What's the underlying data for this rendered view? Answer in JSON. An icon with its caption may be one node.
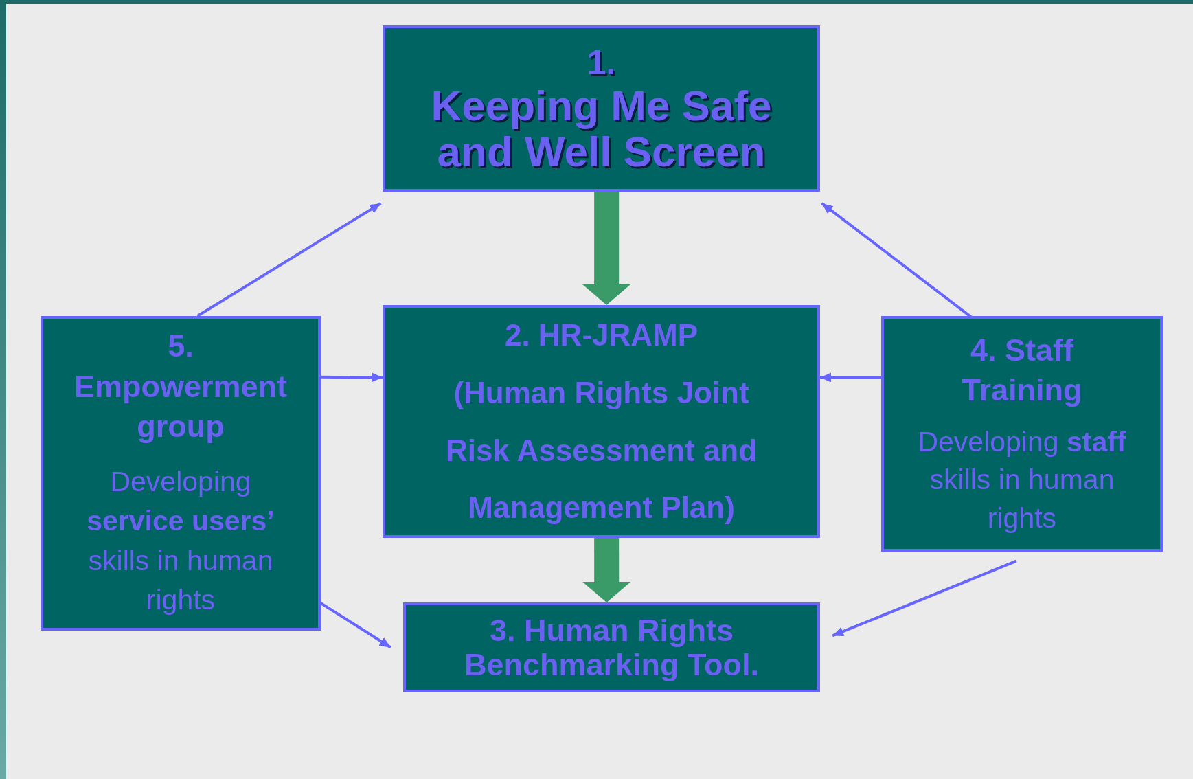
{
  "diagram": {
    "nodes": [
      {
        "text": [
          "1.",
          "Keeping Me Safe and Well Screen"
        ]
      },
      {
        "text": [
          "2. HR-JRAMP",
          "(Human Rights Joint Risk Assessment and Management Plan)"
        ]
      },
      {
        "text": [
          "3. Human Rights Benchmarking Tool."
        ]
      },
      {
        "text": [
          "4. Staff Training",
          "Developing **staff** skills in human rights"
        ]
      },
      {
        "text": [
          "5. Empowerment group",
          "Developing **service users’** skills in human rights"
        ]
      }
    ],
    "edges": [
      {
        "from": 0,
        "to": 1,
        "arrow": "to",
        "style": "thick",
        "color": "#3a9a68"
      },
      {
        "from": 1,
        "to": 2,
        "arrow": "to",
        "style": "thick",
        "color": "#3a9a68"
      },
      {
        "from": 4,
        "to": 0,
        "arrow": "to"
      },
      {
        "from": 4,
        "to": 1,
        "arrow": "to"
      },
      {
        "from": 4,
        "to": 2,
        "arrow": "to"
      },
      {
        "from": 3,
        "to": 0,
        "arrow": "to"
      },
      {
        "from": 3,
        "to": 1,
        "arrow": "to"
      },
      {
        "from": 3,
        "to": 2,
        "arrow": "to"
      }
    ]
  }
}
